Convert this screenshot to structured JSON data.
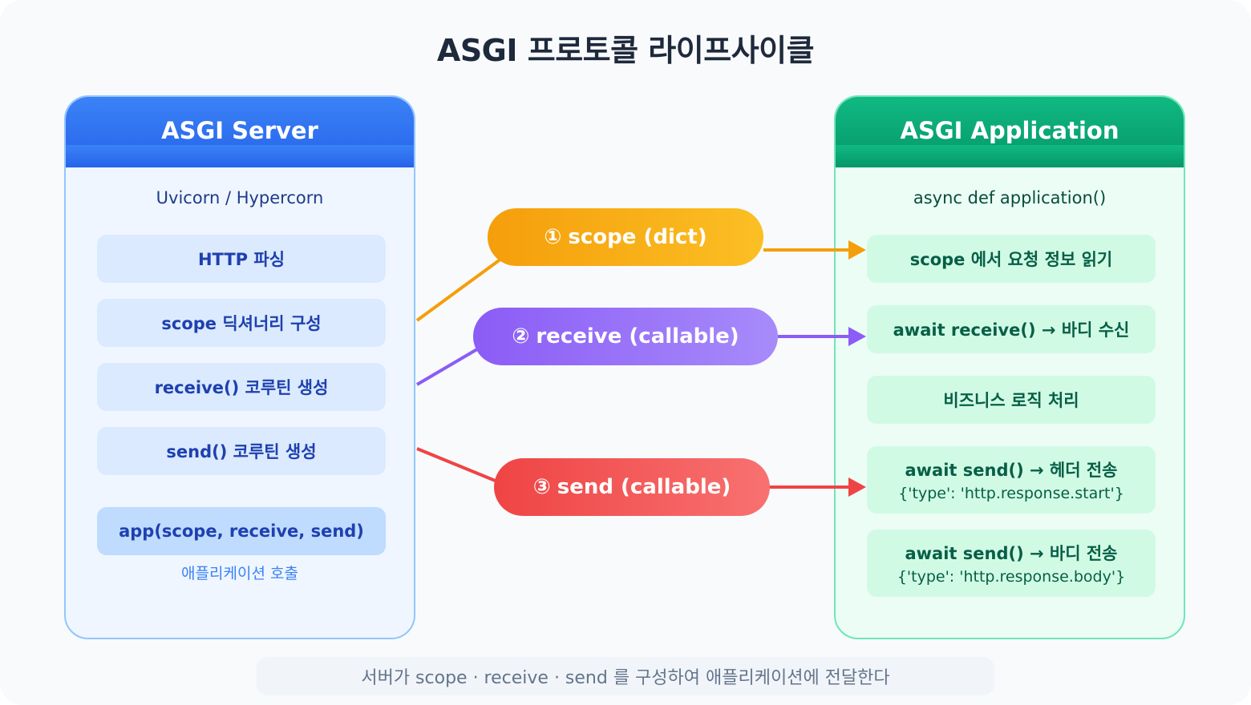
{
  "title": "ASGI 프로토콜 라이프사이클",
  "server": {
    "title": "ASGI Server",
    "subtitle": "Uvicorn / Hypercorn",
    "steps": [
      {
        "label": "HTTP 파싱"
      },
      {
        "label": "scope 딕셔너리 구성"
      },
      {
        "label": "receive() 코루틴 생성"
      },
      {
        "label": "send() 코루틴 생성"
      }
    ],
    "call": {
      "label": "app(scope, receive, send)",
      "caption": "애플리케이션 호출"
    }
  },
  "application": {
    "title": "ASGI Application",
    "subtitle": "async def application()",
    "steps": [
      {
        "label": "scope 에서 요청 정보 읽기"
      },
      {
        "label": "await receive() → 바디 수신"
      },
      {
        "label": "비즈니스 로직 처리"
      },
      {
        "label": "await send() → 헤더 전송",
        "detail": "{'type': 'http.response.start'}"
      },
      {
        "label": "await send() → 바디 전송",
        "detail": "{'type': 'http.response.body'}"
      }
    ]
  },
  "flows": [
    {
      "number": "①",
      "label": "scope (dict)",
      "color": "#f59e0b"
    },
    {
      "number": "②",
      "label": "receive (callable)",
      "color": "#8b5cf6"
    },
    {
      "number": "③",
      "label": "send (callable)",
      "color": "#ef4444"
    }
  ],
  "footer": "서버가 scope · receive · send 를 구성하여 애플리케이션에 전달한다"
}
